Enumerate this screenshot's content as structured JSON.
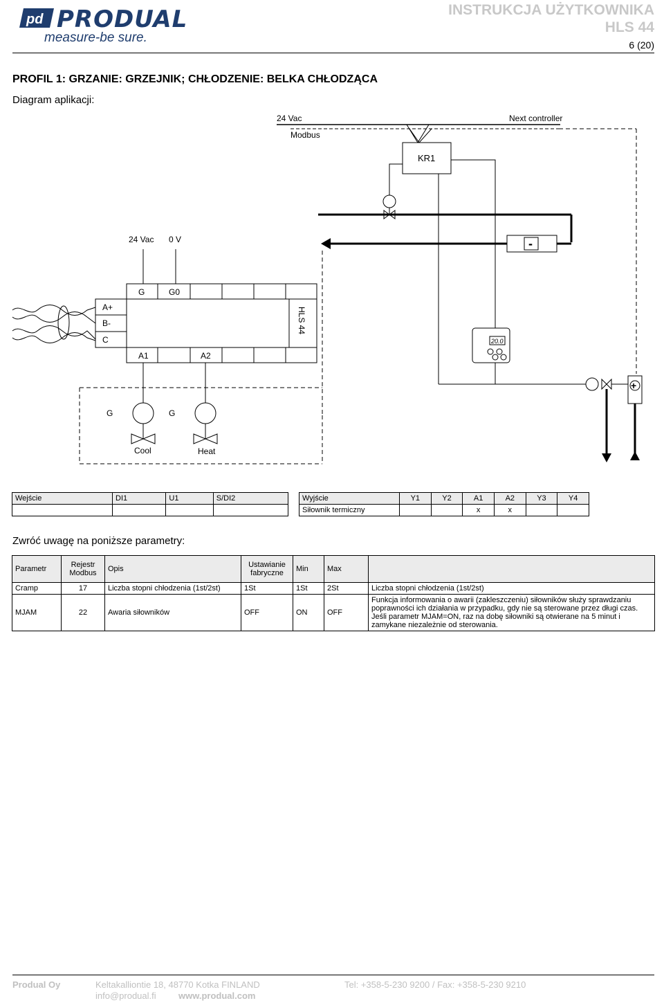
{
  "header": {
    "logo_text": "PRODUAL",
    "logo_tagline": "measure-be sure.",
    "doc_title": "INSTRUKCJA UŻYTKOWNIKA",
    "model": "HLS 44",
    "page": "6 (20)"
  },
  "section": {
    "title": "PROFIL 1: GRZANIE: GRZEJNIK; CHŁODZENIE: BELKA CHŁODZĄCA",
    "diagram_label": "Diagram aplikacji:"
  },
  "diagram": {
    "bus_24vac": "24 Vac",
    "bus_modbus": "Modbus",
    "next_controller": "Next controller",
    "kr1": "KR1",
    "supply_24vac": "24 Vac",
    "supply_0v": "0 V",
    "minus": "-",
    "plus": "+",
    "term_g": "G",
    "term_g0": "G0",
    "term_a_plus": "A+",
    "term_b_minus": "B-",
    "term_c": "C",
    "term_a1": "A1",
    "term_a2": "A2",
    "device": "HLS 44",
    "display_value": "20.0",
    "valve_g1": "G",
    "valve_g2": "G",
    "cool": "Cool",
    "heat": "Heat"
  },
  "inputs_table": {
    "headers": [
      "Wejście",
      "DI1",
      "U1",
      "S/DI2"
    ],
    "row": [
      "",
      "",
      "",
      ""
    ]
  },
  "outputs_table": {
    "headers": [
      "Wyjście",
      "Y1",
      "Y2",
      "A1",
      "A2",
      "Y3",
      "Y4"
    ],
    "row": [
      "Siłownik termiczny",
      "",
      "",
      "x",
      "x",
      "",
      ""
    ]
  },
  "note": "Zwróć uwagę na poniższe parametry:",
  "params_table": {
    "headers": [
      "Parametr",
      "Rejestr Modbus",
      "Opis",
      "Ustawianie fabryczne",
      "Min",
      "Max",
      ""
    ],
    "rows": [
      [
        "Cramp",
        "17",
        "Liczba stopni chłodzenia (1st/2st)",
        "1St",
        "1St",
        "2St",
        "Liczba stopni chłodzenia (1st/2st)"
      ],
      [
        "MJAM",
        "22",
        "Awaria siłowników",
        "OFF",
        "ON",
        "OFF",
        "Funkcja informowania o awarii (zakleszczeniu) siłowników służy sprawdzaniu poprawności ich działania w przypadku, gdy nie są sterowane przez długi czas. Jeśli parametr MJAM=ON, raz na dobę siłowniki są otwierane na 5 minut i zamykane niezależnie od sterowania."
      ]
    ]
  },
  "footer": {
    "company": "Produal Oy",
    "address": "Keltakalliontie 18, 48770 Kotka FINLAND",
    "phone": "Tel: +358-5-230 9200 / Fax: +358-5-230 9210",
    "email": "info@produal.fi",
    "web": "www.produal.com"
  }
}
